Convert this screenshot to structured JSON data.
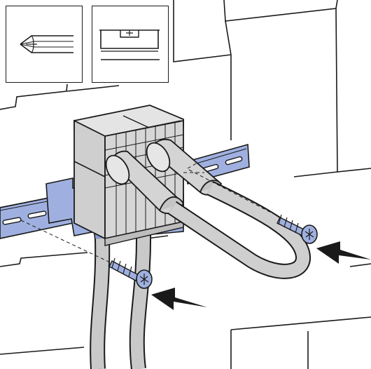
{
  "figure": {
    "kind": "installation-instruction-step",
    "tools": [
      {
        "name": "phillips-screwdriver-icon"
      },
      {
        "name": "spirit-level-icon"
      }
    ],
    "components": [
      "tile-wall",
      "mounting-rail",
      "mounting-bracket",
      "connection-box",
      "sleeve-tube",
      "flexible-hose",
      "screw"
    ],
    "arrows": 2,
    "colors": {
      "line": "#1a1a1a",
      "hose": "#c9c9c9",
      "hose_light": "#dcdcdc",
      "box": "#d6d6d6",
      "bracket": "#9fb0e0",
      "rail": "#9fb0e0",
      "screw": "#9fb0e0",
      "wall": "#ffffff"
    }
  }
}
